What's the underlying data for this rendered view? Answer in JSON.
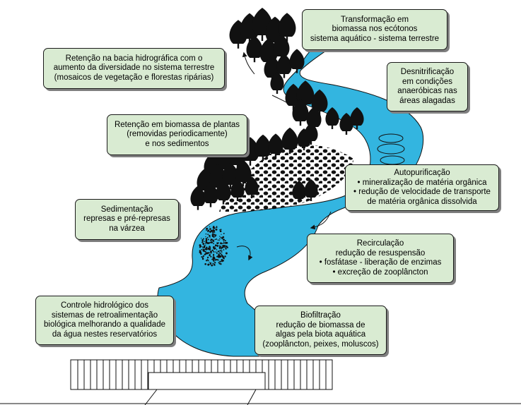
{
  "colors": {
    "water": "#33b5e0",
    "box_fill": "#d9ebd2",
    "box_border": "#1a1a1a",
    "trees": "#111111"
  },
  "icons": [
    "tree-cluster-icon",
    "wetland-ellipse-icon",
    "sediment-dots-icon",
    "dam-icon"
  ],
  "labels": {
    "transformacao": [
      "Transformação em",
      "biomassa nos ecótonos",
      "sistema aquático - sistema terrestre"
    ],
    "retencao_bacia": [
      "Retenção na bacia hidrográfica com o",
      "aumento da diversidade no sistema terrestre",
      "(mosaicos de vegetação e florestas ripárias)"
    ],
    "desnitrificacao": [
      "Desnitrificação",
      "em condições",
      "anaeróbicas nas",
      "áreas alagadas"
    ],
    "retencao_biomassa": [
      "Retenção em biomassa de plantas",
      "(removidas periodicamente)",
      "e nos sedimentos"
    ],
    "autopurificacao": [
      "Autopurificação",
      "• mineralização de matéria orgânica",
      "• redução de velocidade de transporte",
      "de matéria orgânica dissolvida"
    ],
    "sedimentacao": [
      "Sedimentação",
      "represas e pré-represas",
      "na várzea"
    ],
    "recirculacao": [
      "Recirculação",
      "redução de resuspensão",
      "• fosfátase - liberação de enzimas",
      "• excreção de zooplâncton"
    ],
    "controle": [
      "Controle hidrológico dos",
      "sistemas de retroalimentação",
      "biológica melhorando a qualidade",
      "da água nestes reservatórios"
    ],
    "biofiltracao": [
      "Biofiltração",
      "redução de biomassa de",
      "algas pela biota aquática",
      "(zooplâncton, peixes, moluscos)"
    ]
  }
}
